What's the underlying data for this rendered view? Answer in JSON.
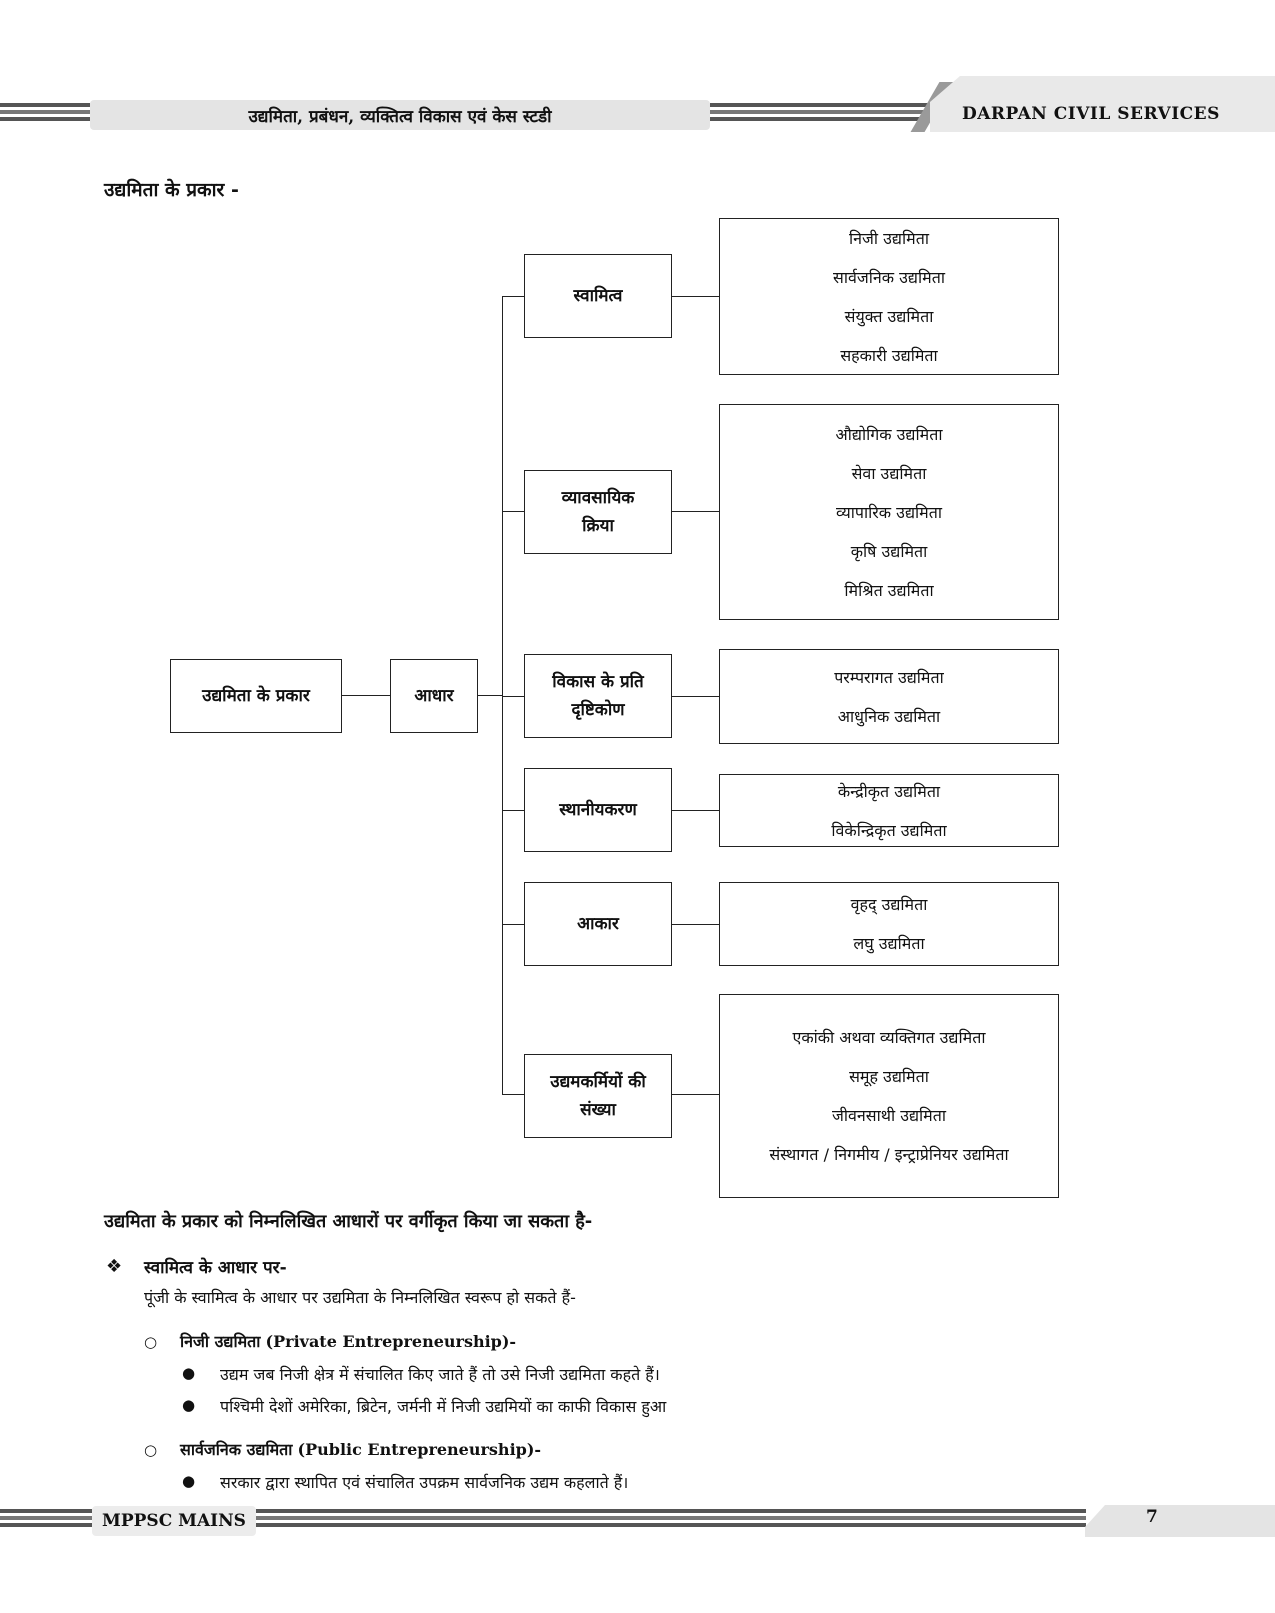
{
  "header": {
    "title": "उद्यमिता, प्रबंधन, व्यक्तित्व विकास एवं केस स्टडी",
    "brand": "DARPAN CIVIL SERVICES"
  },
  "section_title": "उद्यमिता के प्रकार -",
  "diagram": {
    "root": "उद्यमिता के प्रकार",
    "basis": "आधार",
    "categories": [
      {
        "label": [
          "स्वामित्व"
        ],
        "items": [
          "निजी उद्यमिता",
          "सार्वजनिक उद्यमिता",
          "संयुक्त उद्यमिता",
          "सहकारी उद्यमिता"
        ]
      },
      {
        "label": [
          "व्यावसायिक",
          "क्रिया"
        ],
        "items": [
          "औद्योगिक उद्यमिता",
          "सेवा उद्यमिता",
          "व्यापारिक उद्यमिता",
          "कृषि उद्यमिता",
          "मिश्रित उद्यमिता"
        ]
      },
      {
        "label": [
          "विकास के प्रति",
          "दृष्टिकोण"
        ],
        "items": [
          "परम्परागत उद्यमिता",
          "आधुनिक उद्यमिता"
        ]
      },
      {
        "label": [
          "स्थानीयकरण"
        ],
        "items": [
          "केन्द्रीकृत उद्यमिता",
          "विकेन्द्रिकृत उद्यमिता"
        ]
      },
      {
        "label": [
          "आकार"
        ],
        "items": [
          "वृहद् उद्यमिता",
          "लघु उद्यमिता"
        ]
      },
      {
        "label": [
          "उद्यमकर्मियों की",
          "संख्या"
        ],
        "items": [
          "एकांकी अथवा व्यक्तिगत उद्यमिता",
          "समूह उद्यमिता",
          "जीवनसाथी उद्यमिता",
          "संस्थागत / निगमीय / इन्ट्राप्रेनियर उद्यमिता"
        ]
      }
    ]
  },
  "classification_intro": "उद्यमिता के प्रकार को निम्नलिखित आधारों पर वर्गीकृत किया जा सकता है-",
  "ownership": {
    "heading": "स्वामित्व के आधार पर-",
    "intro": "पूंजी के स्वामित्व के आधार पर उद्यमिता के निम्नलिखित स्वरूप हो सकते हैं-",
    "private": {
      "heading_hi": "निजी उद्यमिता",
      "heading_en": "(Private Entrepreneurship)-",
      "points": [
        "उद्यम जब निजी क्षेत्र में संचालित किए जाते हैं तो उसे निजी उद्यमिता कहते हैं।",
        "पश्चिमी देशों अमेरिका, ब्रिटेन, जर्मनी में निजी उद्यमियों का काफी विकास हुआ"
      ]
    },
    "public": {
      "heading_hi": "सार्वजनिक उद्यमिता",
      "heading_en": "(Public Entrepreneurship)-",
      "points": [
        "सरकार द्वारा स्थापित एवं संचालित उपक्रम सार्वजनिक उद्यम कहलाते हैं।"
      ]
    }
  },
  "footer": {
    "exam": "MPPSC MAINS",
    "page": "7"
  }
}
